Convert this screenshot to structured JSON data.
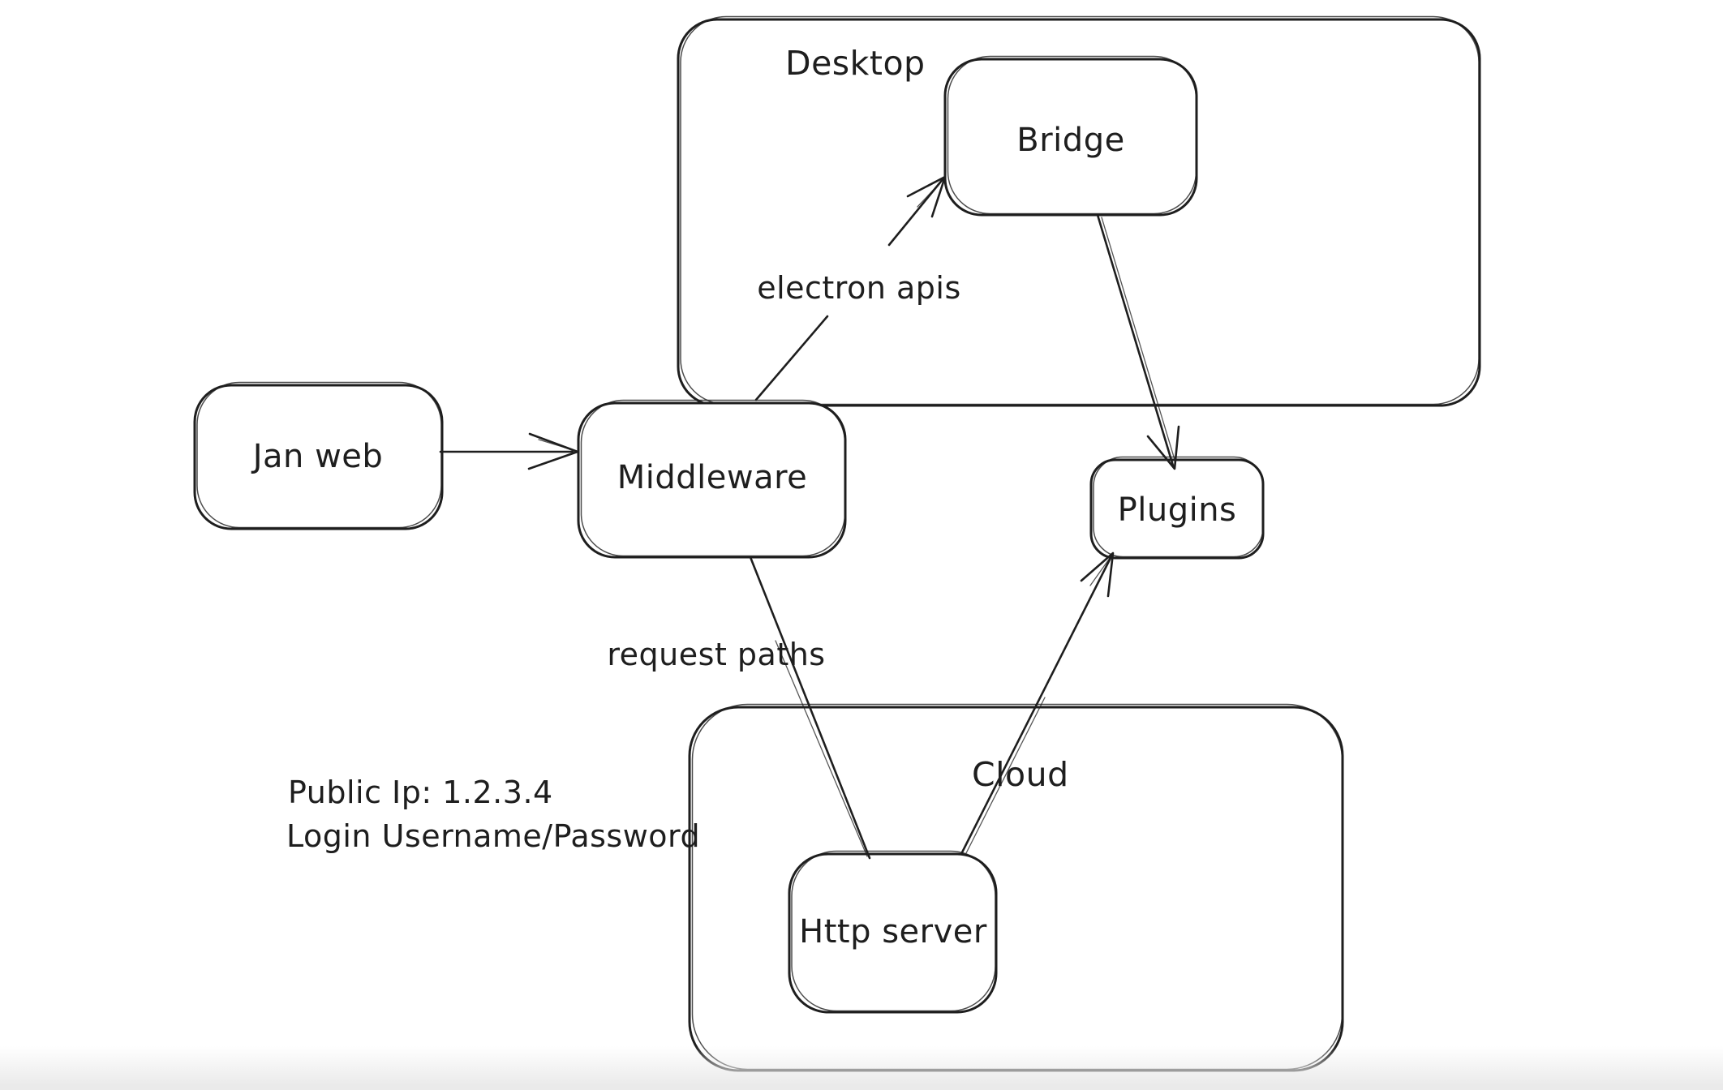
{
  "canvas": {
    "background": "#ffffff",
    "ink_color": "#1e1e1e",
    "bottom_fade_color": "#eaeaea",
    "style": "hand-drawn sketch diagram"
  },
  "containers": [
    {
      "id": "desktop",
      "label": "Desktop"
    },
    {
      "id": "cloud",
      "label": "Cloud"
    }
  ],
  "nodes": [
    {
      "id": "jan-web",
      "label": "Jan web"
    },
    {
      "id": "middleware",
      "label": "Middleware"
    },
    {
      "id": "bridge",
      "label": "Bridge",
      "inside": "desktop"
    },
    {
      "id": "plugins",
      "label": "Plugins"
    },
    {
      "id": "http-server",
      "label": "Http server",
      "inside": "cloud"
    }
  ],
  "edges": [
    {
      "id": "jan-web-to-middleware",
      "from": "jan-web",
      "to": "middleware",
      "label": "",
      "arrowhead": "end"
    },
    {
      "id": "middleware-to-bridge",
      "from": "middleware",
      "to": "bridge",
      "label": "electron apis",
      "arrowhead": "end"
    },
    {
      "id": "bridge-to-plugins",
      "from": "bridge",
      "to": "plugins",
      "label": "",
      "arrowhead": "end"
    },
    {
      "id": "middleware-to-http-server",
      "from": "middleware",
      "to": "http-server",
      "label": "request paths",
      "arrowhead": "none"
    },
    {
      "id": "http-server-to-plugins",
      "from": "http-server",
      "to": "plugins",
      "label": "",
      "arrowhead": "end"
    }
  ],
  "annotations": [
    {
      "id": "public-ip",
      "text": "Public Ip: 1.2.3.4"
    },
    {
      "id": "login",
      "text": "Login Username/Password"
    }
  ]
}
